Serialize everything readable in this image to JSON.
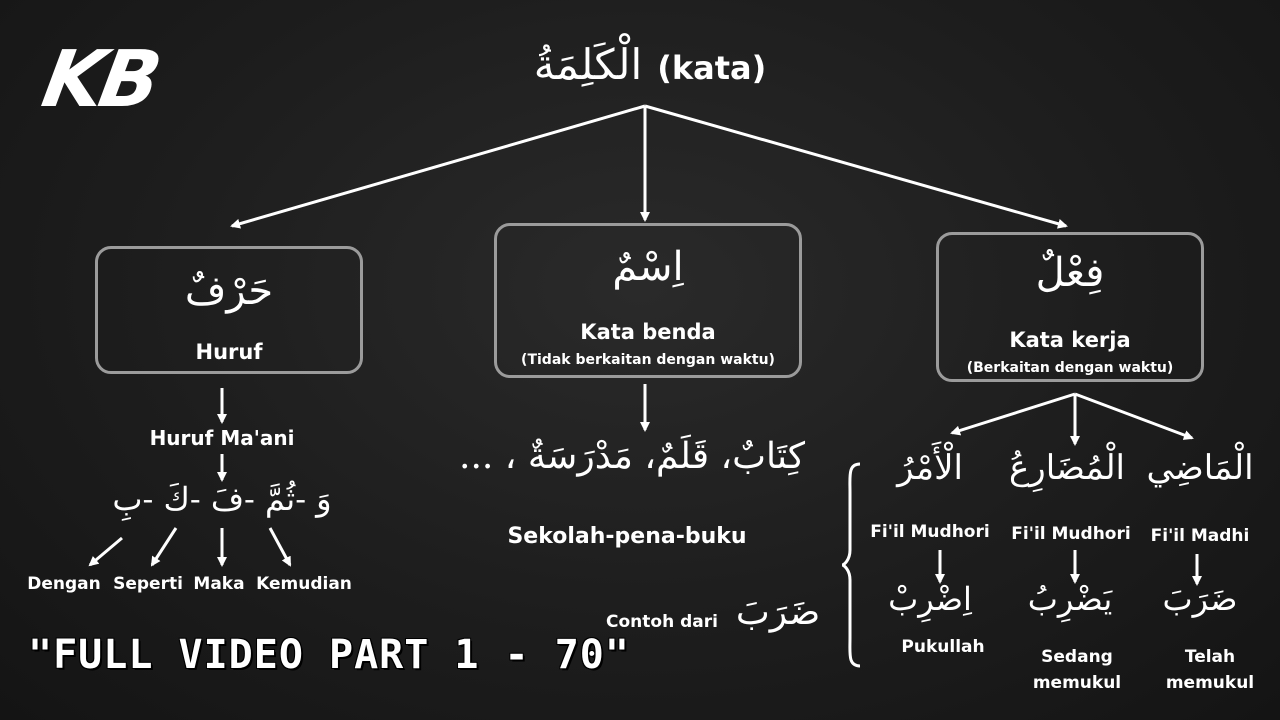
{
  "logo": "KB",
  "root": {
    "arabic": "الْكَلِمَةُ",
    "latin": "(kata)"
  },
  "harf": {
    "arabic": "حَرْفٌ",
    "label": "Huruf"
  },
  "ism": {
    "arabic": "اِسْمٌ",
    "label": "Kata benda",
    "sub": "(Tidak berkaitan dengan waktu)"
  },
  "fiil": {
    "arabic": "فِعْلٌ",
    "label": "Kata kerja",
    "sub": "(Berkaitan dengan waktu)"
  },
  "huruf_maani": {
    "title": "Huruf Ma'ani",
    "letters": "وَ -ثُمَّ -فَ -كَ -بِ",
    "meanings": [
      "Dengan",
      "Seperti",
      "Maka",
      "Kemudian"
    ]
  },
  "ism_examples": {
    "arabic": "كِتَابٌ، قَلَمٌ، مَدْرَسَةٌ ، ...",
    "meaning": "Sekolah-pena-buku"
  },
  "verbs": [
    {
      "arabic": "الْأَمْرُ",
      "type": "Fi'il Mudhori",
      "example": "اِضْرِبْ",
      "meaning": "Pukullah"
    },
    {
      "arabic": "الْمُضَارِعُ",
      "type": "Fi'il Mudhori",
      "example": "يَضْرِبُ",
      "meaning": "Sedang memukul"
    },
    {
      "arabic": "الْمَاضِي",
      "type": "Fi'il Madhi",
      "example": "ضَرَبَ",
      "meaning": "Telah memukul"
    }
  ],
  "example_of": {
    "label": "Contoh dari",
    "arabic": "ضَرَبَ"
  },
  "banner": "\"FULL VIDEO PART 1 - 70\""
}
